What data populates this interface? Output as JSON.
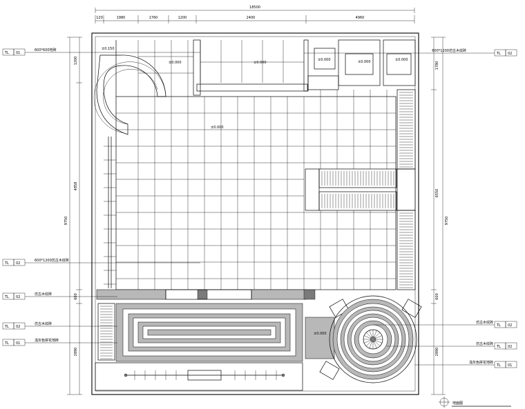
{
  "drawing": {
    "top_overall": "18500",
    "top_segments": [
      "120",
      "1980",
      "1760",
      "1200",
      "2400",
      "4960"
    ],
    "left_segments": [
      "1200",
      "4858",
      "600",
      "2890"
    ],
    "left_overall": "9750",
    "right_segments": [
      "1780",
      "6550",
      "600",
      "2890"
    ],
    "right_overall": "9750",
    "title": "地面图"
  },
  "tags": {
    "left": [
      {
        "code": "TL",
        "num": "01",
        "text": "600*600地砖"
      },
      {
        "code": "TL",
        "num": "02",
        "text": "600*1200仿古木纹砖"
      },
      {
        "code": "TL",
        "num": "02",
        "text": "仿古木纹砖"
      },
      {
        "code": "TL",
        "num": "02",
        "text": "仿古木纹砖"
      },
      {
        "code": "TL",
        "num": "01",
        "text": "浅灰色拼花地砖"
      }
    ],
    "right": [
      {
        "code": "TL",
        "num": "02",
        "text": "600*1200仿古木纹砖"
      },
      {
        "code": "TL",
        "num": "02",
        "text": "仿古木纹砖"
      },
      {
        "code": "TL",
        "num": "02",
        "text": "仿古木纹砖"
      },
      {
        "code": "TL",
        "num": "01",
        "text": "浅灰色拼花地砖"
      }
    ]
  },
  "levels": [
    "±0.150",
    "±0.000",
    "±0.000",
    "±0.000",
    "±0.000",
    "±0.000",
    "±0.000",
    "±0.000"
  ]
}
